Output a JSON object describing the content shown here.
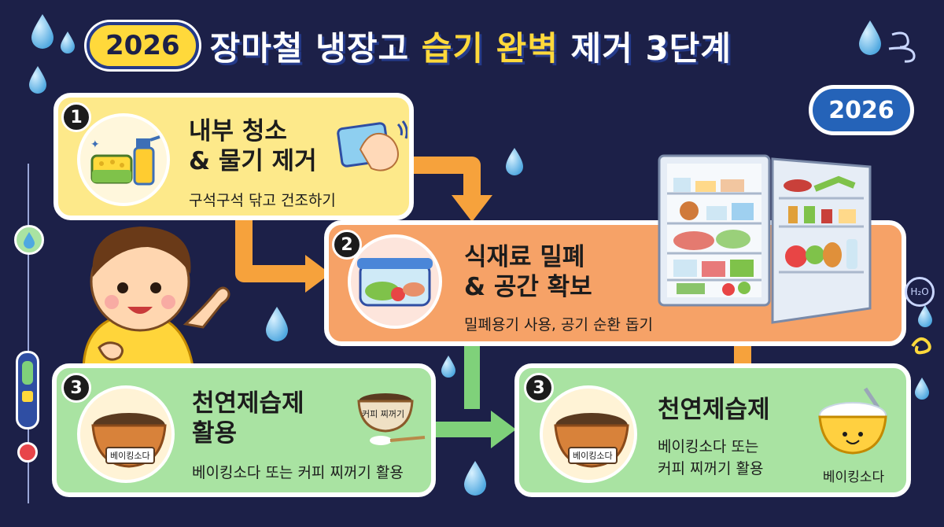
{
  "title": {
    "year": "2026",
    "main_white": "장마철 냉장고",
    "main_yellow": "습기 완벽",
    "main_tail": "제거 3단계"
  },
  "badge_year": "2026",
  "steps": [
    {
      "number": "1",
      "heading_line1": "내부 청소",
      "heading_line2": "& 물기 제거",
      "subtitle": "구석구석 닦고 건조하기",
      "icon": "sponge-spray-icon"
    },
    {
      "number": "2",
      "heading_line1": "식재료 밀폐",
      "heading_line2": "& 공간 확보",
      "subtitle": "밀폐용기 사용, 공기 순환 돕기",
      "icon": "container-icon"
    },
    {
      "number": "3",
      "heading_line1": "천연제습제",
      "heading_line2": "활용",
      "subtitle": "베이킹소다 또는 커피 찌꺼기 활용",
      "bowl_label": "베이킹소다",
      "cup_label": "커피 찌꺼기",
      "icon": "bowl-icon"
    },
    {
      "number": "3",
      "heading_line1": "천연제습제",
      "subtitle_line1": "베이킹소다 또는",
      "subtitle_line2": "커피 찌꺼기 활용",
      "bowl_label": "베이킹소다",
      "side_label": "베이킹소다",
      "icon": "bowl-icon"
    }
  ],
  "h2o_label": "H₂O",
  "colors": {
    "background": "#1c2048",
    "yellow_card": "#fde98a",
    "orange_card": "#f6a267",
    "green_card": "#a9e3a2",
    "arrow": "#f6a23c",
    "drop": "#6ec3f0"
  }
}
